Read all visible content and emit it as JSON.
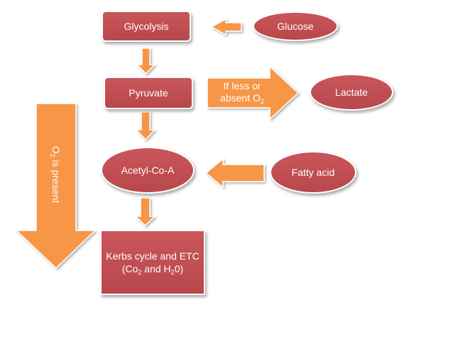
{
  "colors": {
    "node_fill": "#c0504d",
    "arrow_fill": "#f79646",
    "text": "#ffffff"
  },
  "nodes": {
    "glycolysis": "Glycolysis",
    "glucose": "Glucose",
    "pyruvate": "Pyruvate",
    "lactate": "Lactate",
    "acetyl_coa": "Acetyl-Co-A",
    "fatty_acid": "Fatty acid",
    "krebs_line1": "Kerbs cycle and ETC",
    "krebs_open": "(Co",
    "krebs_sub1": "2",
    "krebs_and": " and H",
    "krebs_sub2": "2",
    "krebs_close": "0)"
  },
  "arrows": {
    "lactate_condition_line1": "If less or",
    "lactate_condition_line2": "absent O",
    "lactate_condition_sub": "2",
    "oxygen_label": "O",
    "oxygen_sub": "2",
    "oxygen_rest": " is present"
  }
}
